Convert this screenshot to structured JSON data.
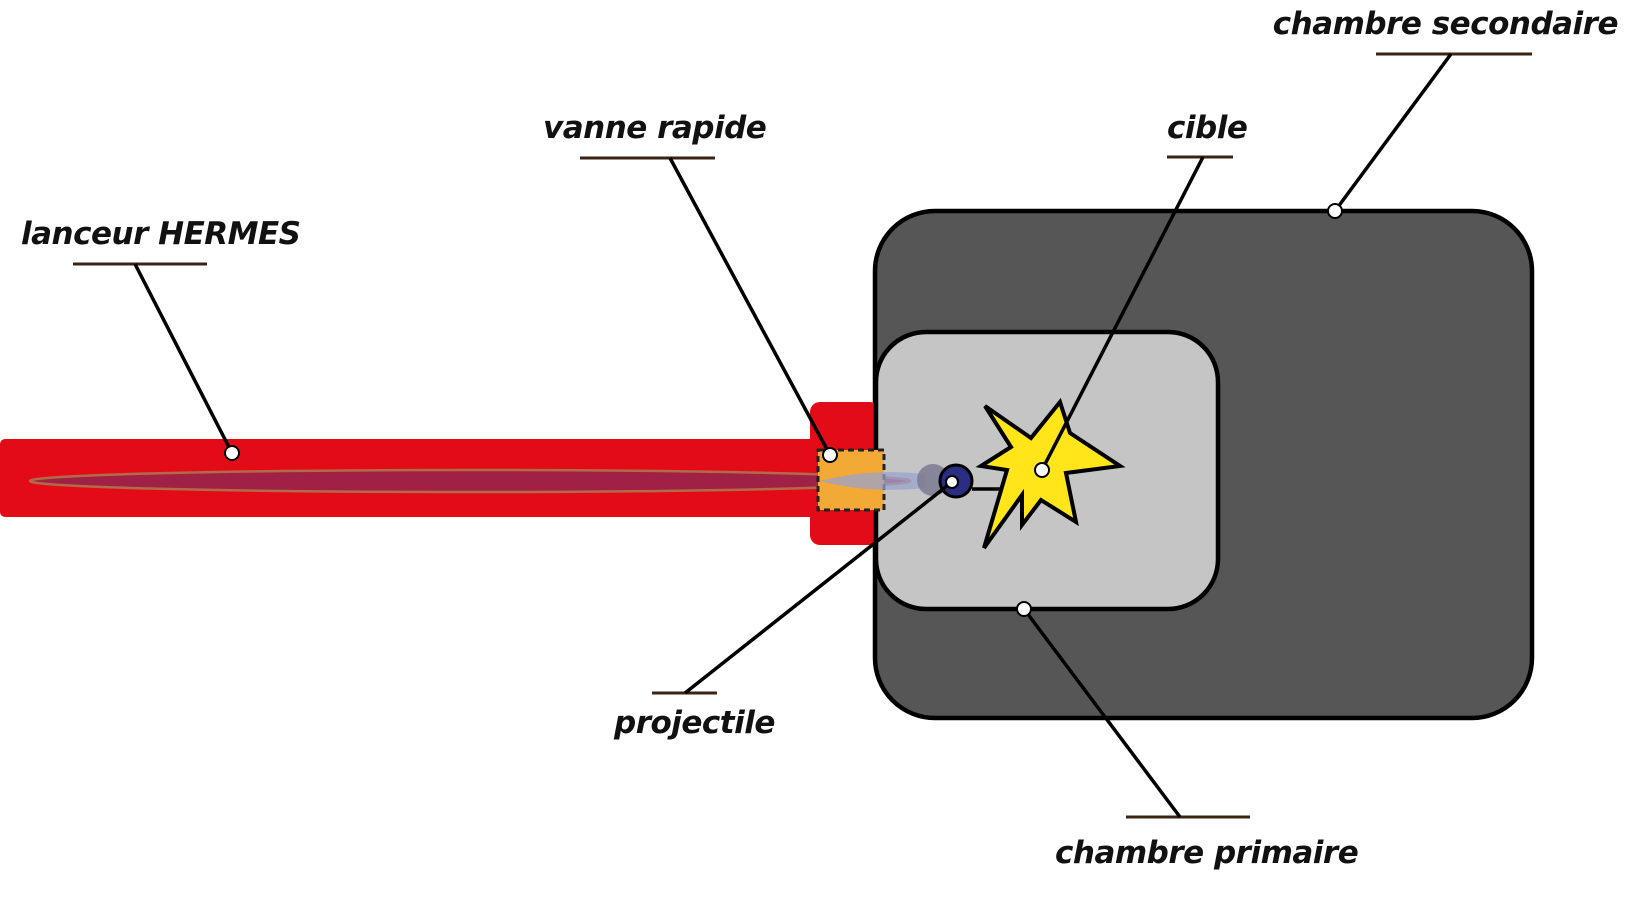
{
  "labels": {
    "launcher": "lanceur HERMES",
    "valve": "vanne rapide",
    "target": "cible",
    "secondary_chamber": "chambre secondaire",
    "projectile": "projectile",
    "primary_chamber": "chambre primaire"
  },
  "colors": {
    "launcher": "#e30b17",
    "launcher_beam": "#9e2248",
    "valve": "#f3a935",
    "secondary_chamber": "#575656",
    "primary_chamber": "#c6c5c6",
    "projectile": "#2b2d82",
    "target_star": "#ffe51a",
    "leader_underline": "#3b2416"
  }
}
